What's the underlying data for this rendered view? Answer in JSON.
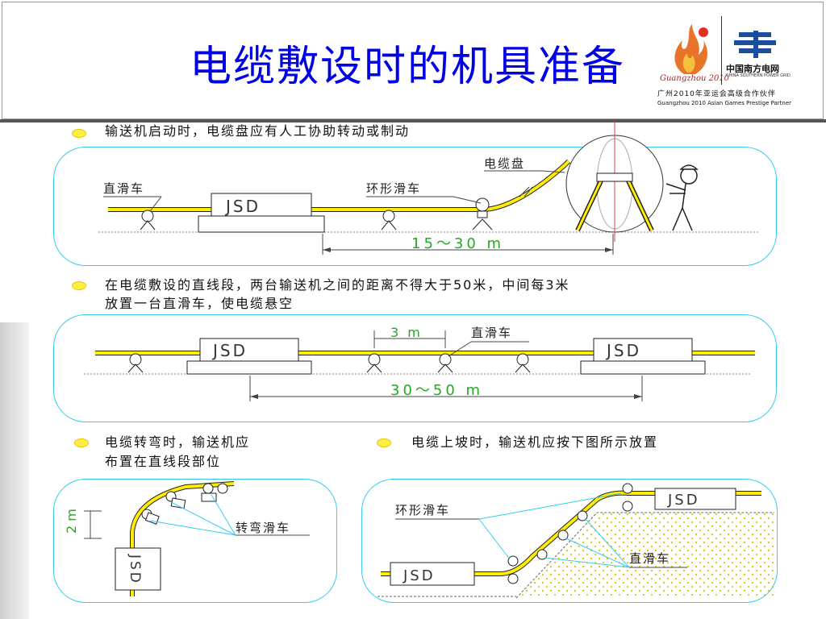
{
  "title": "电缆敷设时的机具准备",
  "sponsor": {
    "line1": "广州2010年亚运会高级合作伙伴",
    "line2": "Guangzhou 2010 Asian Games Prestige Partner",
    "logo_text": "中国南方电网",
    "logo_sub": "CHINA SOUTHERN POWER GRID",
    "games_text": "Guangzhou 2010"
  },
  "notes": {
    "n1": "输送机启动时，电缆盘应有人工协助转动或制动",
    "n2a": "在电缆敷设的直线段，两台输送机之间的距离不得大于50米，中间每3米",
    "n2b": "放置一台直滑车，使电缆悬空",
    "n3a": "电缆转弯时，输送机应",
    "n3b": "布置在直线段部位",
    "n4": "电缆上坡时，输送机应按下图所示放置"
  },
  "diagram1": {
    "label_straight": "直滑车",
    "label_jsd": "JSD",
    "label_ring": "环形滑车",
    "label_drum": "电缆盘",
    "dimension": "15～30 m"
  },
  "diagram2": {
    "label_jsd_left": "JSD",
    "label_jsd_right": "JSD",
    "spacing": "3 m",
    "label_straight": "直滑车",
    "dimension": "30～50 m"
  },
  "diagram3": {
    "label_jsd": "JSD",
    "height": "2 m",
    "label_turn": "转弯滑车"
  },
  "diagram4": {
    "label_ring": "环形滑车",
    "label_jsd_top": "JSD",
    "label_jsd_bottom": "JSD",
    "label_straight": "直滑车"
  },
  "colors": {
    "title": "#0000e6",
    "cable": "#ffee00",
    "panel_border": "#33ccee",
    "dimension_text": "#22aa22"
  }
}
